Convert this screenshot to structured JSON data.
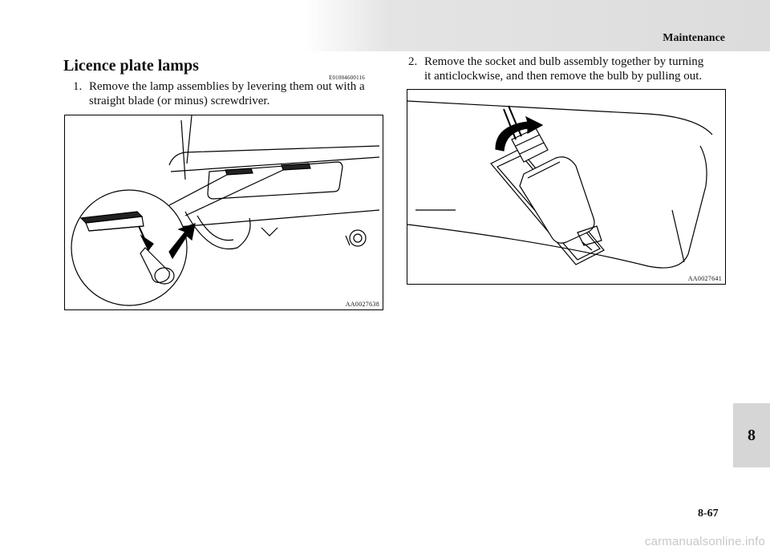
{
  "header": {
    "section": "Maintenance"
  },
  "main": {
    "heading": "Licence plate lamps",
    "code": "E01004600116",
    "step1": {
      "number": "1.",
      "line1": "Remove the lamp assemblies by levering them out with a",
      "line2": "straight blade (or minus) screwdriver."
    },
    "step2": {
      "number": "2.",
      "line1": "Remove the socket and bulb assembly together by turning",
      "line2": "it anticlockwise, and then remove the bulb by pulling out."
    },
    "figure1": {
      "label": "AA0027638"
    },
    "figure2": {
      "label": "AA0027641"
    }
  },
  "chapter_tab": {
    "label": "8"
  },
  "footer": {
    "page_number": "8-67",
    "watermark": "carmanualsonline.info"
  }
}
